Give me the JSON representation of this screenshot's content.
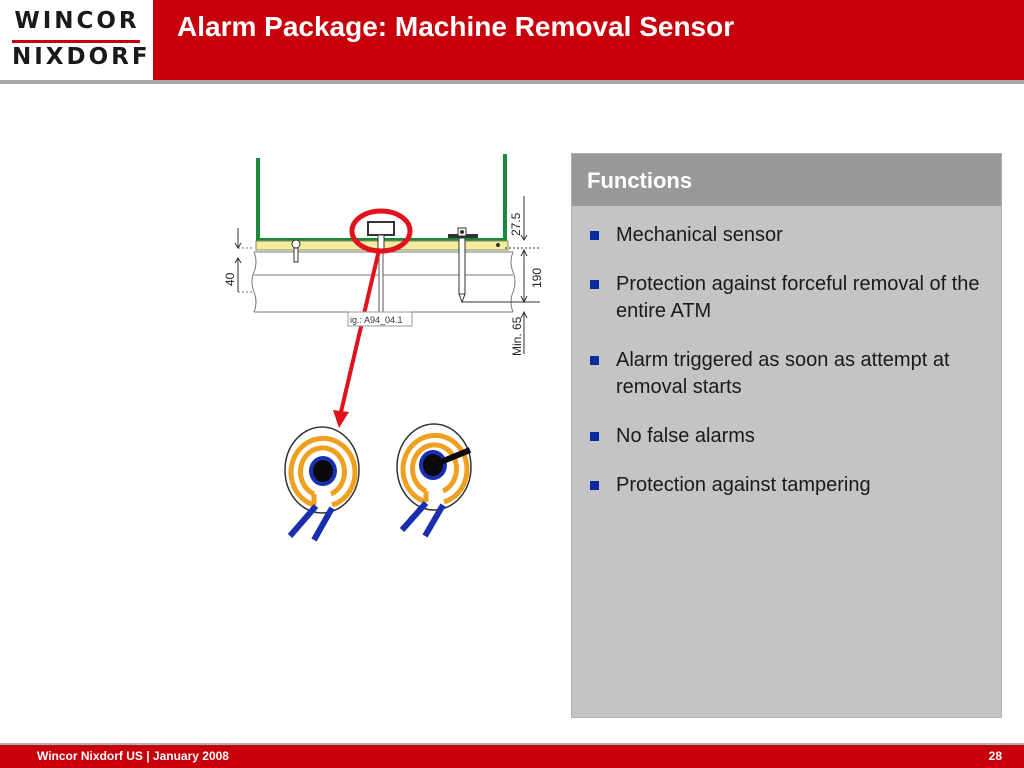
{
  "header": {
    "logo_line1": "WINCOR",
    "logo_line2": "NIXDORF",
    "title": "Alarm Package: Machine Removal Sensor"
  },
  "diagram": {
    "dim_top": "27.5",
    "dim_left": "40",
    "dim_right": "190",
    "dim_min": "Min. 65",
    "fig_label": "ig.: A94_04.1"
  },
  "functions": {
    "heading": "Functions",
    "items": [
      "Mechanical sensor",
      "Protection against forceful removal of the entire ATM",
      "Alarm triggered as soon as attempt at removal starts",
      "No false alarms",
      "Protection against tampering"
    ]
  },
  "footer": {
    "text": "Wincor Nixdorf US | January 2008",
    "page": "28"
  },
  "colors": {
    "brand_red": "#c8000b",
    "bullet_blue": "#0a2aa0",
    "panel_gray": "#c4c4c4",
    "panel_head_gray": "#999999",
    "sensor_orange": "#f0a020",
    "sensor_blue": "#1a2fb0",
    "cabinet_green": "#1a8a3a"
  }
}
